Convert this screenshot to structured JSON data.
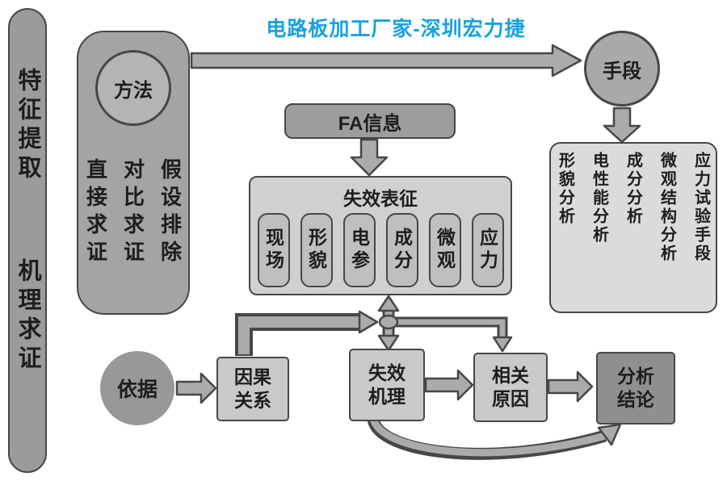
{
  "title": "电路板加工厂家-深圳宏力捷",
  "colors": {
    "title": "#17a2e0",
    "ink": "#1d1d1d",
    "line": "#474747",
    "arrow_fill": "#ababab",
    "bar": "#9b9b9b",
    "panel": "#a4a4a4",
    "circle": "#b4b4b4",
    "circle2": "#a9a9a9",
    "dark_box": "#9d9d9d",
    "light_box": "#d0d0d0",
    "chip": "#bfbfbf",
    "methods": "#dbdbdb",
    "node": "#c9c9c9",
    "basis": "#989898",
    "conclusion": "#8f8f8f"
  },
  "left_bar": {
    "top": "特征提取",
    "bottom": "机理求证"
  },
  "method_panel": {
    "circle_label": "方法",
    "columns": [
      "直接求证",
      "对比求证",
      "假设排除"
    ]
  },
  "means_circle": {
    "label": "手段"
  },
  "fa_info": {
    "label": "FA信息"
  },
  "failure_characterization": {
    "title": "失效表征",
    "chips": [
      "现场",
      "形貌",
      "电参",
      "成分",
      "微观",
      "应力"
    ]
  },
  "analysis_methods": {
    "columns": [
      "形貌分析",
      "电性能分析",
      "成分分析",
      "微观结构分析",
      "应力试验手段"
    ]
  },
  "basis_circle": {
    "label": "依据"
  },
  "nodes": {
    "causal": "因果\n关系",
    "mechanism": "失效\n机理",
    "cause": "相关\n原因",
    "conclusion": "分析\n结论"
  }
}
